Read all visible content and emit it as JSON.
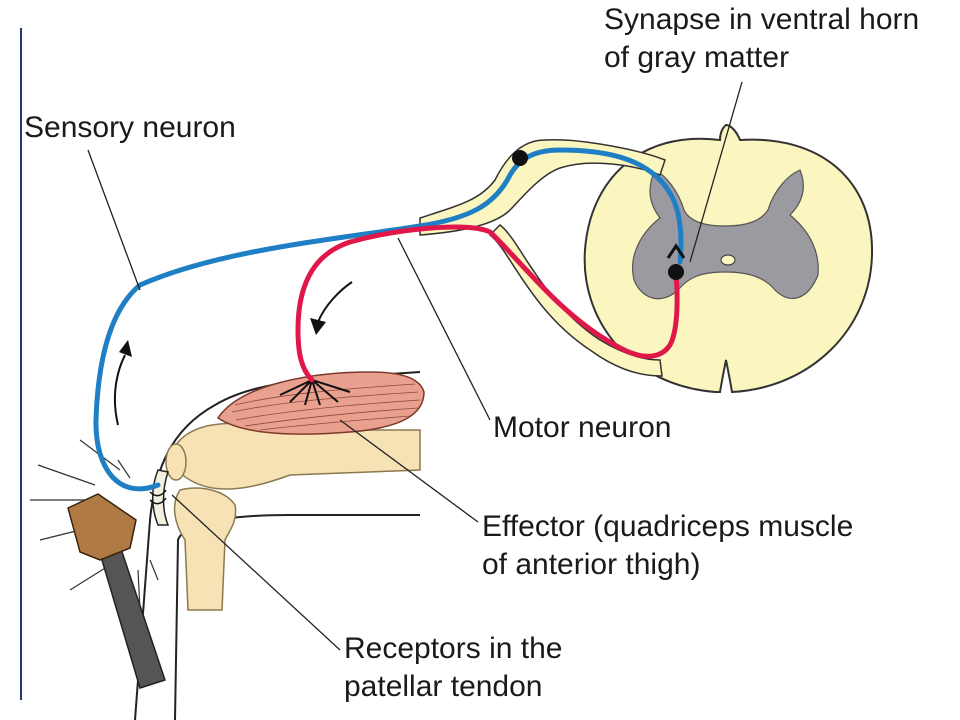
{
  "labels": {
    "synapse_line1": "Synapse in ventral horn",
    "synapse_line2": "of gray matter",
    "sensory_neuron": "Sensory neuron",
    "motor_neuron": "Motor neuron",
    "effector_line1": "Effector (quadriceps muscle",
    "effector_line2": "of anterior thigh)",
    "receptors_line1": "Receptors in the",
    "receptors_line2": "patellar tendon"
  },
  "colors": {
    "sensory": "#1f7fc4",
    "motor": "#e0184a",
    "spinal_cord": "#fbf6bf",
    "gray_matter": "#9a9aa0",
    "muscle": "#eaa08e",
    "bone": "#f6e2b4",
    "hammer_head": "#b07a44",
    "hammer_handle": "#555555",
    "frame_rule": "#1f3a6e"
  }
}
